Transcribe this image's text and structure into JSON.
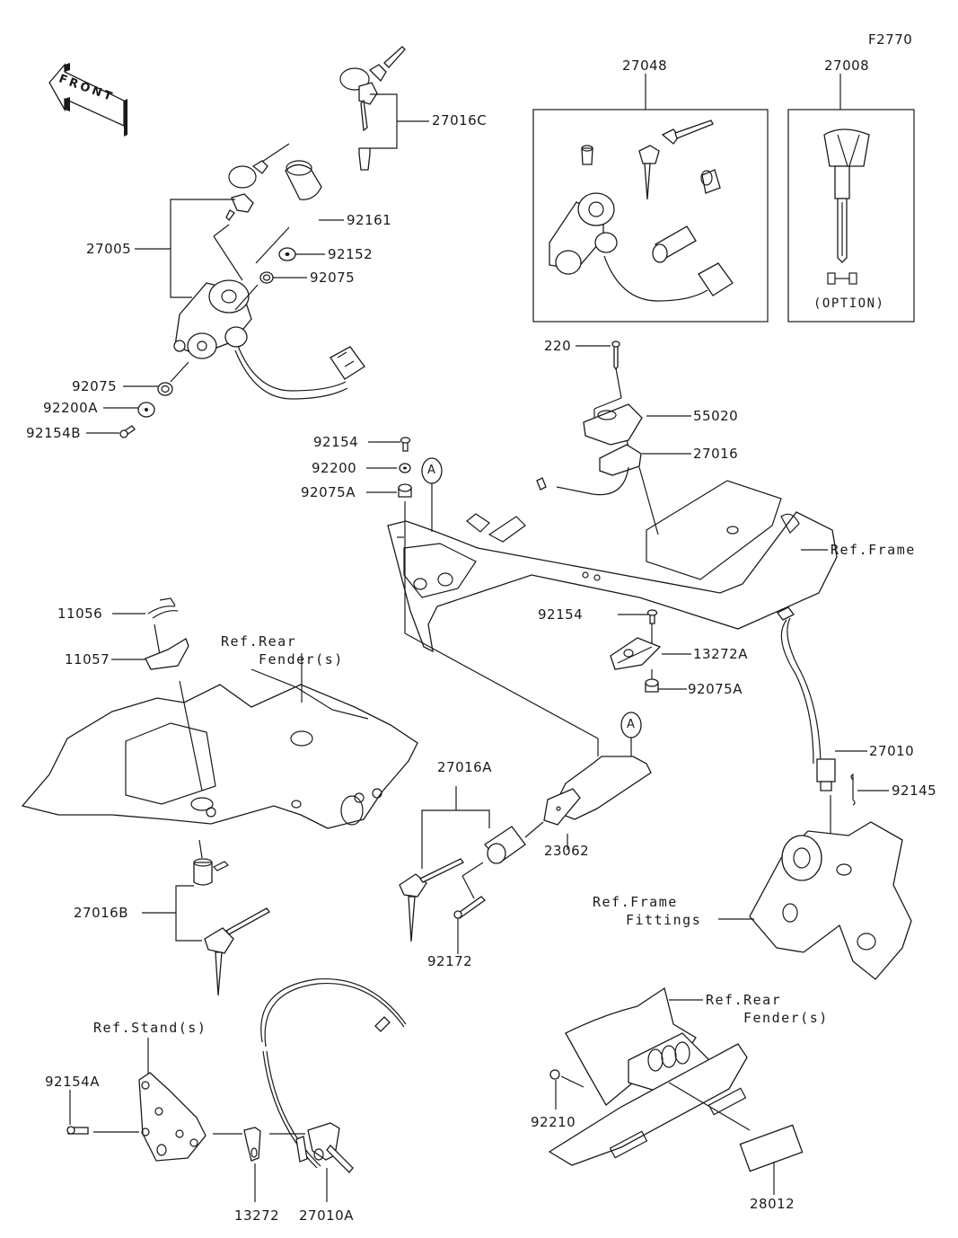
{
  "figure_id": "F2770",
  "front_arrow": {
    "label": "FRONT",
    "icon": "front-direction-arrow-icon"
  },
  "sets": {
    "set_27048": {
      "part_no": "27048"
    },
    "set_27008": {
      "part_no": "27008",
      "note": "(OPTION)"
    }
  },
  "parts": {
    "p27016C": "27016C",
    "p27005": "27005",
    "p92161": "92161",
    "p92152": "92152",
    "p92075_top": "92075",
    "p92075_bot": "92075",
    "p92200A": "92200A",
    "p92154B": "92154B",
    "p220": "220",
    "p55020": "55020",
    "p27016": "27016",
    "p92154_a": "92154",
    "p92200": "92200",
    "p92075A_a": "92075A",
    "p92154_b": "92154",
    "p13272A": "13272A",
    "p92075A_b": "92075A",
    "p27010": "27010",
    "p92145": "92145",
    "p11056": "11056",
    "p11057": "11057",
    "p27016A": "27016A",
    "p23062": "23062",
    "p92172": "92172",
    "p27016B": "27016B",
    "p92154A": "92154A",
    "p13272": "13272",
    "p27010A": "27010A",
    "p92210": "92210",
    "p28012": "28012"
  },
  "references": {
    "frame": "Ref.Frame",
    "rear_fender_1_line1": "Ref.Rear",
    "rear_fender_1_line2": "Fender(s)",
    "frame_fittings_line1": "Ref.Frame",
    "frame_fittings_line2": "Fittings",
    "stand": "Ref.Stand(s)",
    "rear_fender_2_line1": "Ref.Rear",
    "rear_fender_2_line2": "Fender(s)"
  },
  "connectors": {
    "A_top": "A",
    "A_bottom": "A"
  }
}
